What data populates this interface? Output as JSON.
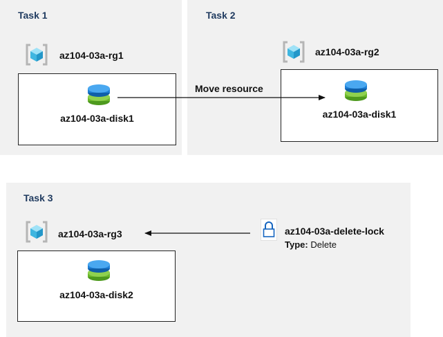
{
  "task1": {
    "title": "Task 1",
    "resource_group": "az104-03a-rg1",
    "disk": "az104-03a-disk1"
  },
  "task2": {
    "title": "Task 2",
    "resource_group": "az104-03a-rg2",
    "disk": "az104-03a-disk1"
  },
  "move_arrow": {
    "label": "Move resource"
  },
  "task3": {
    "title": "Task 3",
    "resource_group": "az104-03a-rg3",
    "disk": "az104-03a-disk2",
    "lock": {
      "name": "az104-03a-delete-lock",
      "type_label": "Type:",
      "type_value": "Delete"
    }
  },
  "icons": {
    "resource_group": "resource-group-icon",
    "disk": "managed-disk-icon",
    "lock": "lock-icon"
  },
  "colors": {
    "task_title": "#1f3a5f",
    "panel_bg": "#f1f1f1",
    "rg_cube": "#4dc3e8",
    "disk_top": "#1e7fd6",
    "disk_bottom": "#6bb82a",
    "lock": "#1565c0"
  }
}
